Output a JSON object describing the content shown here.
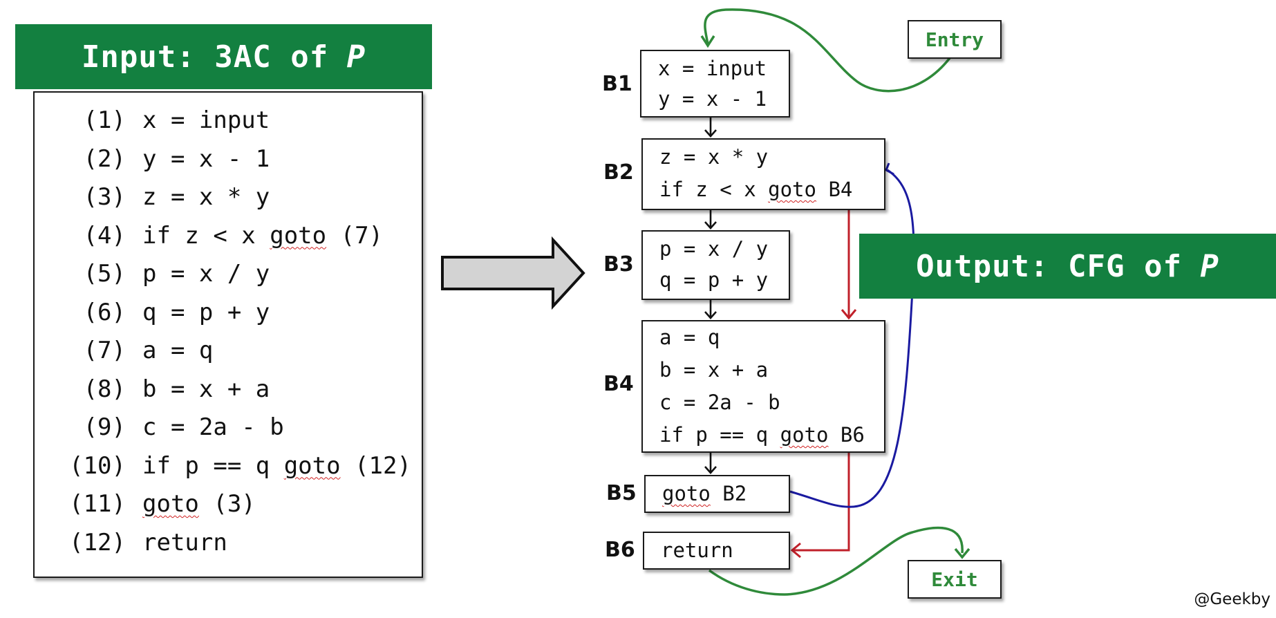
{
  "input_banner": {
    "text": "Input: 3AC of",
    "var": "P"
  },
  "output_banner": {
    "text": "Output: CFG of",
    "var": "P"
  },
  "three_address_code": [
    {
      "num": "(1)",
      "stmt": "x = input"
    },
    {
      "num": "(2)",
      "stmt": "y = x - 1"
    },
    {
      "num": "(3)",
      "stmt": "z = x * y"
    },
    {
      "num": "(4)",
      "pre": "if z < x ",
      "kw": "goto",
      "post": " (7)"
    },
    {
      "num": "(5)",
      "stmt": "p = x / y"
    },
    {
      "num": "(6)",
      "stmt": "q = p + y"
    },
    {
      "num": "(7)",
      "stmt": "a = q"
    },
    {
      "num": "(8)",
      "stmt": "b = x + a"
    },
    {
      "num": "(9)",
      "stmt": "c = 2a - b"
    },
    {
      "num": "(10)",
      "pre": "if p == q ",
      "kw": "goto",
      "post": " (12)"
    },
    {
      "num": "(11)",
      "pre": "",
      "kw": "goto",
      "post": " (3)"
    },
    {
      "num": "(12)",
      "stmt": "return"
    }
  ],
  "cfg": {
    "entry_label": "Entry",
    "exit_label": "Exit",
    "blocks": [
      {
        "id": "B1",
        "lines": [
          {
            "t": "x = input"
          },
          {
            "t": "y = x - 1"
          }
        ]
      },
      {
        "id": "B2",
        "lines": [
          {
            "t": "z = x * y"
          },
          {
            "pre": "if z < x ",
            "kw": "goto",
            "post": " B4"
          }
        ]
      },
      {
        "id": "B3",
        "lines": [
          {
            "t": "p = x / y"
          },
          {
            "t": "q = p + y"
          }
        ]
      },
      {
        "id": "B4",
        "lines": [
          {
            "t": "a = q"
          },
          {
            "t": "b = x + a"
          },
          {
            "t": "c = 2a - b"
          },
          {
            "pre": "if p == q ",
            "kw": "goto",
            "post": " B6"
          }
        ]
      },
      {
        "id": "B5",
        "lines": [
          {
            "pre": "",
            "kw": "goto",
            "post": " B2"
          }
        ]
      },
      {
        "id": "B6",
        "lines": [
          {
            "t": "return"
          }
        ]
      }
    ],
    "edges": [
      {
        "from": "Entry",
        "to": "B1",
        "kind": "entry"
      },
      {
        "from": "B1",
        "to": "B2",
        "kind": "fallthrough"
      },
      {
        "from": "B2",
        "to": "B3",
        "kind": "fallthrough"
      },
      {
        "from": "B2",
        "to": "B4",
        "kind": "jump"
      },
      {
        "from": "B3",
        "to": "B4",
        "kind": "fallthrough"
      },
      {
        "from": "B4",
        "to": "B5",
        "kind": "fallthrough"
      },
      {
        "from": "B4",
        "to": "B6",
        "kind": "jump"
      },
      {
        "from": "B5",
        "to": "B2",
        "kind": "back-edge"
      },
      {
        "from": "B6",
        "to": "Exit",
        "kind": "exit"
      }
    ],
    "colors": {
      "entry_exit": "#2f8a3a",
      "jump": "#c0202a",
      "back_edge": "#1a1aa0",
      "fallthrough": "#111111"
    }
  },
  "colors": {
    "banner_bg": "#138040",
    "banner_text": "#ffffff",
    "arrow_fill": "#d3d3d3"
  },
  "credit": "@Geekby"
}
